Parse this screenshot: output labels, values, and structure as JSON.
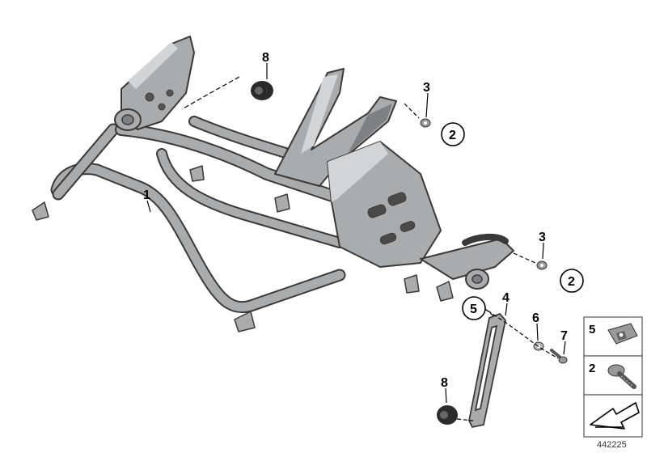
{
  "diagram": {
    "callouts": {
      "c1": "1",
      "c2a": "2",
      "c2b": "2",
      "c3a": "3",
      "c3b": "3",
      "c4": "4",
      "c5": "5",
      "c6": "6",
      "c7": "7",
      "c8a": "8",
      "c8b": "8"
    },
    "legend": {
      "item_5": "5",
      "item_2": "2"
    },
    "document_number": "442225"
  },
  "colors": {
    "frame_fill": "#a9abad",
    "frame_shade": "#7e8083",
    "frame_light": "#d3d4d6",
    "outline": "#3a3a3a",
    "grommet": "#2b2b2b"
  }
}
